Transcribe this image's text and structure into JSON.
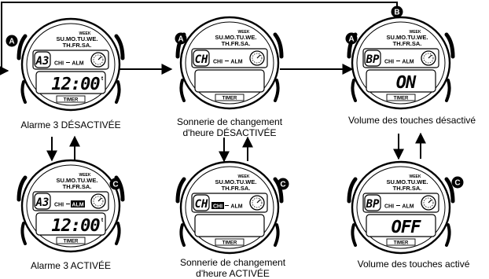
{
  "buttons": {
    "a": "A",
    "b": "B",
    "c": "C"
  },
  "watch_labels": {
    "week": "WEEK",
    "days_row1": "SU.MO.TU.WE.",
    "days_row2": "TH.FR.SA.",
    "chi": "CHI",
    "alm": "ALM",
    "timer": "TIMER"
  },
  "watches": [
    {
      "id": "alarm3-off",
      "mode": "A3",
      "main": "12:00",
      "suffix": "t",
      "alm_active": false,
      "chi_active": false,
      "caption": [
        "Alarme 3 DÉSACTIVÉE"
      ]
    },
    {
      "id": "chime-off",
      "mode": "CH",
      "main": "",
      "suffix": "",
      "alm_active": false,
      "chi_active": false,
      "caption": [
        "Sonnerie de changement",
        "d'heure DÉSACTIVÉE"
      ]
    },
    {
      "id": "beep-off",
      "mode": "BP",
      "main": "ON",
      "suffix": "",
      "alm_active": false,
      "chi_active": false,
      "caption": [
        "Volume des touches désactivé"
      ]
    },
    {
      "id": "alarm3-on",
      "mode": "A3",
      "main": "12:00",
      "suffix": "t",
      "alm_active": true,
      "chi_active": false,
      "caption": [
        "Alarme 3 ACTIVÉE"
      ]
    },
    {
      "id": "chime-on",
      "mode": "CH",
      "main": "",
      "suffix": "",
      "alm_active": false,
      "chi_active": true,
      "caption": [
        "Sonnerie de changement",
        "d'heure ACTIVÉE"
      ]
    },
    {
      "id": "beep-on",
      "mode": "BP",
      "main": "OFF",
      "suffix": "",
      "alm_active": false,
      "chi_active": false,
      "caption": [
        "Volume des touches activé"
      ]
    }
  ],
  "colors": {
    "ink": "#000000",
    "paper": "#ffffff",
    "shade": "#c8c8c8"
  }
}
